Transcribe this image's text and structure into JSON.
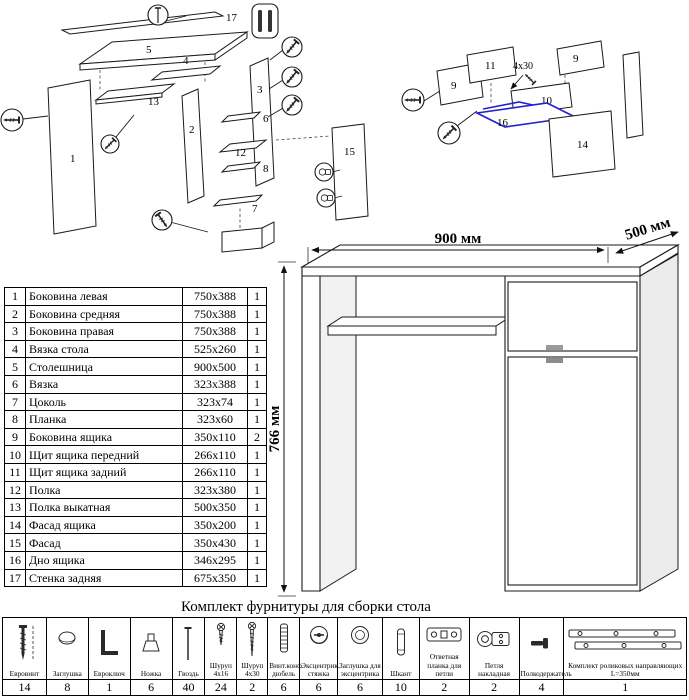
{
  "diagram_left": {
    "labels": [
      "17",
      "5",
      "4",
      "13",
      "1",
      "2",
      "3",
      "6",
      "12",
      "8",
      "7",
      "15"
    ]
  },
  "diagram_right": {
    "labels": [
      "11",
      "9",
      "9",
      "10",
      "16",
      "14"
    ],
    "screw_note": "4x30"
  },
  "desk_view": {
    "dim_width": "900 мм",
    "dim_depth": "500 мм",
    "dim_height": "766 мм"
  },
  "parts": {
    "rows": [
      {
        "num": "1",
        "name": "Боковина левая",
        "size": "750x388",
        "qty": "1"
      },
      {
        "num": "2",
        "name": "Боковина средняя",
        "size": "750x388",
        "qty": "1"
      },
      {
        "num": "3",
        "name": "Боковина правая",
        "size": "750x388",
        "qty": "1"
      },
      {
        "num": "4",
        "name": "Вязка стола",
        "size": "525x260",
        "qty": "1"
      },
      {
        "num": "5",
        "name": "Столешница",
        "size": "900x500",
        "qty": "1"
      },
      {
        "num": "6",
        "name": "Вязка",
        "size": "323x388",
        "qty": "1"
      },
      {
        "num": "7",
        "name": "Цоколь",
        "size": "323x74",
        "qty": "1"
      },
      {
        "num": "8",
        "name": "Планка",
        "size": "323x60",
        "qty": "1"
      },
      {
        "num": "9",
        "name": "Боковина ящика",
        "size": "350x110",
        "qty": "2"
      },
      {
        "num": "10",
        "name": "Щит ящика передний",
        "size": "266x110",
        "qty": "1"
      },
      {
        "num": "11",
        "name": "Щит ящика задний",
        "size": "266x110",
        "qty": "1"
      },
      {
        "num": "12",
        "name": "Полка",
        "size": "323x380",
        "qty": "1"
      },
      {
        "num": "13",
        "name": "Полка выкатная",
        "size": "500x350",
        "qty": "1"
      },
      {
        "num": "14",
        "name": "Фасад ящика",
        "size": "350x200",
        "qty": "1"
      },
      {
        "num": "15",
        "name": "Фасад",
        "size": "350x430",
        "qty": "1"
      },
      {
        "num": "16",
        "name": "Дно ящика",
        "size": "346x295",
        "qty": "1"
      },
      {
        "num": "17",
        "name": "Стенка задняя",
        "size": "675x350",
        "qty": "1"
      }
    ]
  },
  "hardware": {
    "title": "Комплект фурнитуры для сборки стола",
    "items": [
      {
        "name": "Евровинт",
        "count": "14",
        "icon": "euroscrew-icon"
      },
      {
        "name": "Заглушка",
        "count": "8",
        "icon": "cap-icon"
      },
      {
        "name": "Евроключ",
        "count": "1",
        "icon": "hexkey-icon"
      },
      {
        "name": "Ножка",
        "count": "6",
        "icon": "foot-icon"
      },
      {
        "name": "Гвоздь",
        "count": "40",
        "icon": "nail-icon"
      },
      {
        "name": "Шуруп 4x16",
        "count": "24",
        "icon": "screw-short-icon"
      },
      {
        "name": "Шуруп 4x30",
        "count": "2",
        "icon": "screw-long-icon"
      },
      {
        "name": "Винт.конф. дюбель",
        "count": "6",
        "icon": "dowel-screw-icon"
      },
      {
        "name": "Эксцентрик. стяжка",
        "count": "6",
        "icon": "cam-lock-icon"
      },
      {
        "name": "Заглушка для эксцентрика",
        "count": "6",
        "icon": "cam-cap-icon"
      },
      {
        "name": "Шкант",
        "count": "10",
        "icon": "dowel-icon"
      },
      {
        "name": "Ответная планка для петли",
        "count": "2",
        "icon": "hinge-plate-icon"
      },
      {
        "name": "Петля накладная",
        "count": "2",
        "icon": "hinge-icon"
      },
      {
        "name": "Полкодержатель",
        "count": "4",
        "icon": "shelf-pin-icon"
      },
      {
        "name": "Комплект роликовых направляющих L=350мм",
        "count": "1",
        "icon": "drawer-slide-icon"
      }
    ]
  }
}
